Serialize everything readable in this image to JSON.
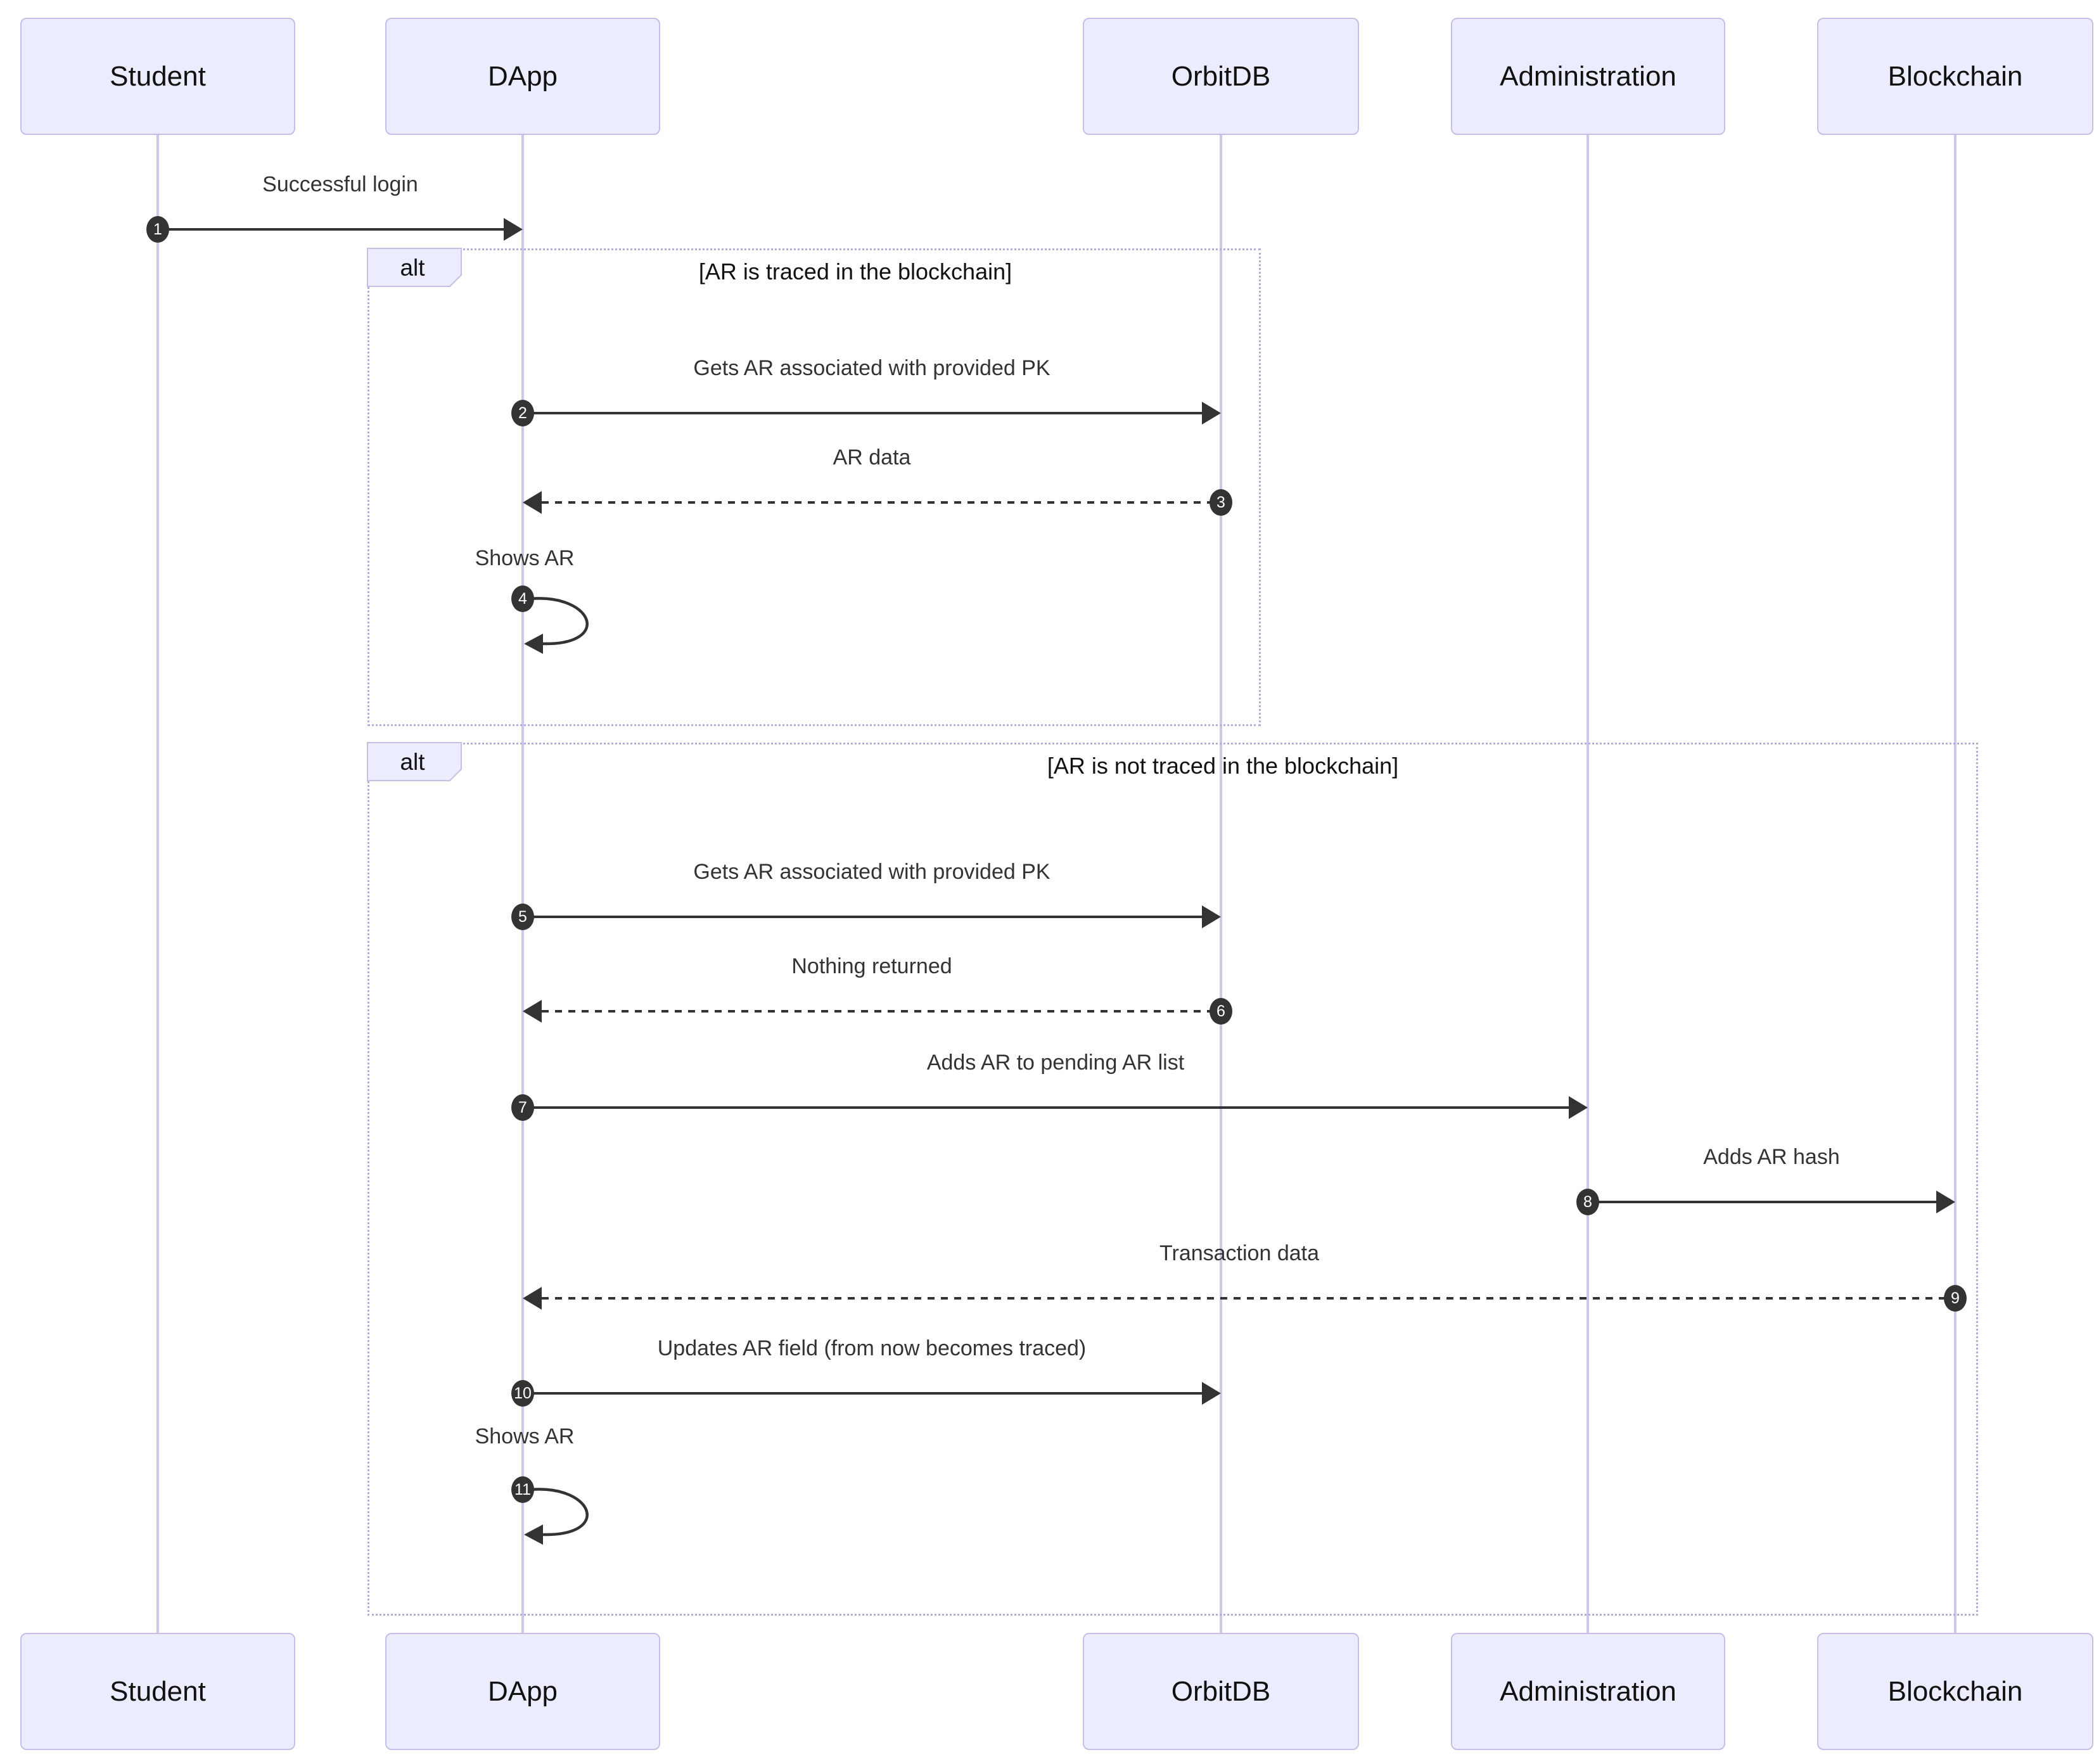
{
  "diagram": {
    "type": "sequence-diagram",
    "actors": [
      {
        "id": "student",
        "label": "Student"
      },
      {
        "id": "dapp",
        "label": "DApp"
      },
      {
        "id": "orbitdb",
        "label": "OrbitDB"
      },
      {
        "id": "administration",
        "label": "Administration"
      },
      {
        "id": "blockchain",
        "label": "Blockchain"
      }
    ],
    "messages": [
      {
        "num": "1",
        "from": "Student",
        "to": "DApp",
        "label": "Successful login",
        "line": "solid"
      },
      {
        "num": "2",
        "from": "DApp",
        "to": "OrbitDB",
        "label": "Gets AR associated with provided PK",
        "line": "solid"
      },
      {
        "num": "3",
        "from": "OrbitDB",
        "to": "DApp",
        "label": "AR data",
        "line": "dashed"
      },
      {
        "num": "4",
        "from": "DApp",
        "to": "DApp",
        "label": "Shows AR",
        "line": "self"
      },
      {
        "num": "5",
        "from": "DApp",
        "to": "OrbitDB",
        "label": "Gets AR associated with provided PK",
        "line": "solid"
      },
      {
        "num": "6",
        "from": "OrbitDB",
        "to": "DApp",
        "label": "Nothing returned",
        "line": "dashed"
      },
      {
        "num": "7",
        "from": "DApp",
        "to": "Administration",
        "label": "Adds AR to pending AR list",
        "line": "solid"
      },
      {
        "num": "8",
        "from": "Administration",
        "to": "Blockchain",
        "label": "Adds AR hash",
        "line": "solid"
      },
      {
        "num": "9",
        "from": "Blockchain",
        "to": "DApp",
        "label": "Transaction data",
        "line": "dashed"
      },
      {
        "num": "10",
        "from": "DApp",
        "to": "OrbitDB",
        "label": "Updates AR field (from now becomes traced)",
        "line": "solid"
      },
      {
        "num": "11",
        "from": "DApp",
        "to": "DApp",
        "label": "Shows AR",
        "line": "self"
      }
    ],
    "fragments": [
      {
        "operator": "alt",
        "condition": "[AR is traced in the blockchain]"
      },
      {
        "operator": "alt",
        "condition": "[AR is not traced in the blockchain]"
      }
    ],
    "colors": {
      "background": "#FFFFFF",
      "actor_fill": "#ECECFF",
      "actor_border": "#C8BDE6",
      "lifeline": "#CFC7EA",
      "fragment_border": "#B6ABDC",
      "arrow": "#333333",
      "badge_bg": "#333333",
      "badge_text": "#FFFFFF",
      "message_text": "#333333",
      "label_text": "#111111"
    }
  }
}
